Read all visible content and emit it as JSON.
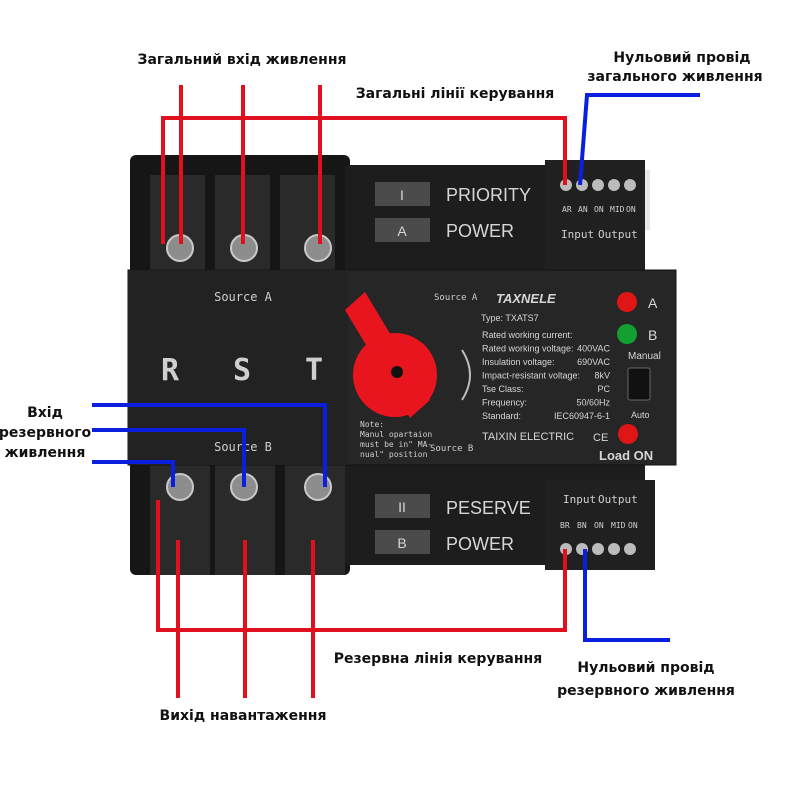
{
  "labels": {
    "main_input": "Загальний вхід живлення",
    "main_control": "Загальні лінії керування",
    "main_neutral_1": "Нульовий провід",
    "main_neutral_2": "загального живлення",
    "backup_input_1": "Вхід",
    "backup_input_2": "резервного",
    "backup_input_3": "живлення",
    "backup_control": "Резервна лінія керування",
    "load_output": "Вихід навантаження",
    "backup_neutral_1": "Нульовий провід",
    "backup_neutral_2": "резервного живлення"
  },
  "device": {
    "source_a": "Source A",
    "source_b": "Source B",
    "phase_r": "R",
    "phase_s": "S",
    "phase_t": "T",
    "top_plate_1_code": "I",
    "top_plate_1_text": "PRIORITY",
    "top_plate_2_code": "A",
    "top_plate_2_text": "POWER",
    "bottom_plate_1_code": "II",
    "bottom_plate_1_text": "PESERVE",
    "bottom_plate_2_code": "B",
    "bottom_plate_2_text": "POWER",
    "top_terminals": [
      "AR",
      "AN",
      "ON",
      "MID",
      "ON"
    ],
    "bottom_terminals": [
      "BR",
      "BN",
      "ON",
      "MID",
      "ON"
    ],
    "input_label": "Input",
    "output_label": "Output",
    "brand": "TAXNELE",
    "type": "Type: TXATS7",
    "specs": [
      {
        "k": "Rated working current:",
        "v": ""
      },
      {
        "k": "Rated working voltage:",
        "v": "400VAC"
      },
      {
        "k": "Insulation voltage:",
        "v": "690VAC"
      },
      {
        "k": "Impact-resistant voltage:",
        "v": "8kV"
      },
      {
        "k": "Tse Class:",
        "v": "PC"
      },
      {
        "k": "Frequency:",
        "v": "50/60Hz"
      },
      {
        "k": "Standard:",
        "v": "IEC60947-6-1"
      }
    ],
    "maker": "TAIXIN ELECTRIC",
    "ce": "CE",
    "knob_source_a": "Source A",
    "knob_source_b": "Source B",
    "note_1": "Note:",
    "note_2": "Manul opartaion",
    "note_3": "must be in\" MA-",
    "note_4": "nual\" position",
    "led_a": "A",
    "led_b": "B",
    "manual": "Manual",
    "auto": "Auto",
    "load_on": "Load ON"
  },
  "colors": {
    "phase_wire": "#e0101e",
    "neutral_wire": "#0a1fe0",
    "body": "#1b1b1b",
    "knob": "#e8141e",
    "led_red": "#e01515",
    "led_green": "#14a030"
  }
}
